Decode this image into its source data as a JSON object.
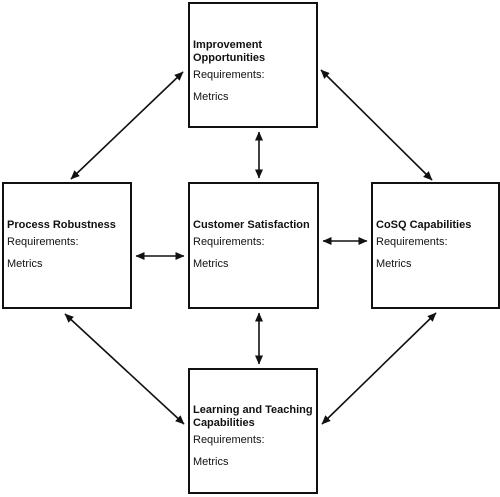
{
  "diagram": {
    "boxes": {
      "top": {
        "title": "Improvement Opportunities",
        "requirements": "Requirements:",
        "metrics": "Metrics"
      },
      "left": {
        "title": "Process Robustness",
        "requirements": "Requirements:",
        "metrics": "Metrics"
      },
      "center": {
        "title": "Customer Satisfaction",
        "requirements": "Requirements:",
        "metrics": "Metrics"
      },
      "right": {
        "title": "CoSQ Capabilities",
        "requirements": "Requirements:",
        "metrics": "Metrics"
      },
      "bottom": {
        "title": "Learning and Teaching Capabilities",
        "requirements": "Requirements:",
        "metrics": "Metrics"
      }
    },
    "connectors": [
      {
        "from": "top",
        "to": "center",
        "style": "double-arrow"
      },
      {
        "from": "center",
        "to": "bottom",
        "style": "double-arrow"
      },
      {
        "from": "left",
        "to": "center",
        "style": "double-arrow"
      },
      {
        "from": "center",
        "to": "right",
        "style": "double-arrow"
      },
      {
        "from": "top",
        "to": "left",
        "style": "double-arrow"
      },
      {
        "from": "top",
        "to": "right",
        "style": "double-arrow"
      },
      {
        "from": "left",
        "to": "bottom",
        "style": "double-arrow"
      },
      {
        "from": "right",
        "to": "bottom",
        "style": "double-arrow"
      }
    ],
    "colors": {
      "stroke": "#111111",
      "background": "#ffffff"
    }
  }
}
